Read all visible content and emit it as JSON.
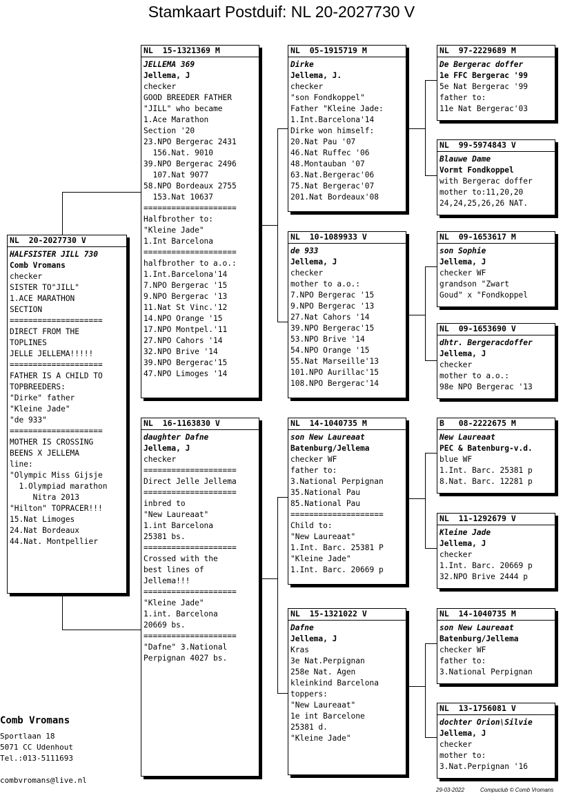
{
  "title": "Stamkaart Postduif: NL  20-2027730 V",
  "cards": {
    "subject": {
      "ring": "NL  20-2027730 V",
      "lines": [
        "HALFSISTER JILL 730",
        "Comb Vromans",
        "checker",
        "SISTER TO\"JILL\"",
        "1.ACE MARATHON",
        "SECTION",
        "====================",
        "DIRECT FROM THE",
        "TOPLINES",
        "JELLE JELLEMA!!!!!",
        "====================",
        "FATHER IS A CHILD TO",
        "TOPBREEDERS:",
        "\"Dirke\" father",
        "\"Kleine Jade\"",
        "\"de 933\"",
        "====================",
        "MOTHER IS CROSSING",
        "BEENS X JELLEMA",
        "line:",
        "\"Olympic Miss Gijsje",
        "  1.Olympiad marathon",
        "     Nitra 2013",
        "\"Hilton\" TOPRACER!!!",
        "15.Nat Limoges",
        "24.Nat Bordeaux",
        "44.Nat. Montpellier"
      ]
    },
    "father": {
      "ring": "NL  15-1321369 M",
      "lines": [
        "JELLEMA 369",
        "Jellema, J",
        "checker",
        "GOOD BREEDER FATHER",
        "\"JILL\" who became",
        "1.Ace Marathon",
        "Section '20",
        "23.NPO Bergerac 2431",
        "  156.Nat. 9010",
        "39.NPO Bergerac 2496",
        "  107.Nat 9077",
        "58.NPO Bordeaux 2755",
        "  153.Nat 10637",
        "====================",
        "Halfbrother to:",
        "\"Kleine Jade\"",
        "1.Int Barcelona",
        "====================",
        "halfbrother to a.o.:",
        "1.Int.Barcelona'14",
        "7.NPO Bergerac '15",
        "9.NPO Bergerac '13",
        "11.Nat St Vinc.'12",
        "14.NPO Orange '15",
        "17.NPO Montpel.'11",
        "27.NPO Cahors '14",
        "32.NPO Brive '14",
        "39.NPO Bergerac'15",
        "47.NPO Limoges '14"
      ]
    },
    "mother": {
      "ring": "NL  16-1163830 V",
      "lines": [
        "daughter Dafne",
        "Jellema, J",
        "checker",
        "====================",
        "Direct Jelle Jellema",
        "====================",
        "inbred to",
        "\"New Laureaat\"",
        "1.int Barcelona",
        "25381 bs.",
        "====================",
        "Crossed with the",
        "best lines of",
        "Jellema!!!",
        "====================",
        "\"Kleine Jade\"",
        "1.int. Barcelona",
        "20669 bs.",
        "====================",
        "\"Dafne\" 3.National",
        "Perpignan 4027 bs."
      ]
    },
    "ff": {
      "ring": "NL  05-1915719 M",
      "lines": [
        "Dirke",
        "Jellema, J.",
        "checker",
        "\"son Fondkoppel\"",
        "Father \"Kleine Jade:",
        "1.Int.Barcelona'14",
        "Dirke won himself:",
        "20.Nat Pau '07",
        "46.Nat Ruffec '06",
        "48.Montauban '07",
        "63.Nat.Bergerac'06",
        "75.Nat Bergerac'07",
        "201.Nat Bordeaux'08"
      ]
    },
    "fm": {
      "ring": "NL  10-1089933 V",
      "lines": [
        "de 933",
        "Jellema, J",
        "checker",
        "mother to a.o.:",
        "7.NPO Bergerac '15",
        "9.NPO Bergerac '13",
        "27.Nat Cahors '14",
        "39.NPO Bergerac'15",
        "53.NPO Brive '14",
        "54.NPO Orange '15",
        "55.Nat Marseille'13",
        "101.NPO Aurillac'15",
        "108.NPO Bergerac'14"
      ]
    },
    "mf": {
      "ring": "NL  14-1040735 M",
      "lines": [
        "son New Laureaat",
        "Batenburg/Jellema",
        "checker WF",
        "father to:",
        "3.National Perpignan",
        "35.National Pau",
        "85.National Pau",
        "====================",
        "Child to:",
        "\"New Laureaat\"",
        "1.Int. Barc. 25381 P",
        "\"Kleine Jade\"",
        "1.Int. Barc. 20669 p"
      ]
    },
    "mm": {
      "ring": "NL  15-1321022 V",
      "lines": [
        "Dafne",
        "Jellema, J",
        "Kras",
        "3e Nat.Perpignan",
        "258e Nat. Agen",
        "",
        "kleinkind Barcelona",
        "toppers:",
        "\"New Laureaat\"",
        "1e int Barcelone",
        "25381 d.",
        "",
        "\"Kleine Jade\""
      ]
    },
    "fff": {
      "ring": "NL  97-2229689 M",
      "lines": [
        "De Bergerac doffer",
        "1e FFC Bergerac '99",
        "5e Nat Bergerac '99",
        "father to:",
        "11e Nat Bergerac'03"
      ]
    },
    "ffm": {
      "ring": "NL  99-5974843 V",
      "lines": [
        "Blauwe Dame",
        "Vormt Fondkoppel",
        "with Bergerac doffer",
        "mother to:11,20,20",
        "24,24,25,26,26 NAT."
      ]
    },
    "fmf": {
      "ring": "NL  09-1653617 M",
      "lines": [
        "son Sophie",
        "Jellema, J",
        "checker WF",
        "grandson \"Zwart",
        "Goud\" x \"Fondkoppel"
      ]
    },
    "fmm": {
      "ring": "NL  09-1653690 V",
      "lines": [
        "dhtr. Bergeracdoffer",
        "Jellema, J",
        "checker",
        "mother to a.o.:",
        "98e NPO Bergerac '13"
      ]
    },
    "mff": {
      "ring": "B   08-2222675 M",
      "lines": [
        "New Laureaat",
        "PEC & Batenburg-v.d.",
        "blue WF",
        "1.Int. Barc. 25381 p",
        "8.Nat. Barc. 12281 p"
      ]
    },
    "mfm": {
      "ring": "NL  11-1292679 V",
      "lines": [
        "Kleine Jade",
        "Jellema, J",
        "checker",
        "1.Int. Barc. 20669 p",
        "32.NPO Brive 2444 p"
      ]
    },
    "mmf": {
      "ring": "NL  14-1040735 M",
      "lines": [
        "son New Laureaat",
        "Batenburg/Jellema",
        "checker WF",
        "father to:",
        "3.National Perpignan"
      ]
    },
    "mmm": {
      "ring": "NL  13-1756081 V",
      "lines": [
        "dochter Orion\\Silvie",
        "Jellema, J",
        "checker",
        "mother to:",
        "3.Nat.Perpignan '16"
      ]
    }
  },
  "owner": {
    "name": "Comb Vromans",
    "address": "Sportlaan 18",
    "city": "5071 CC  Udenhout",
    "phone": "Tel.:013-5111693",
    "email": "combvromans@live.nl"
  },
  "footer": {
    "date": "29-03-2022",
    "credit": "Compuclub © Comb Vromans"
  }
}
